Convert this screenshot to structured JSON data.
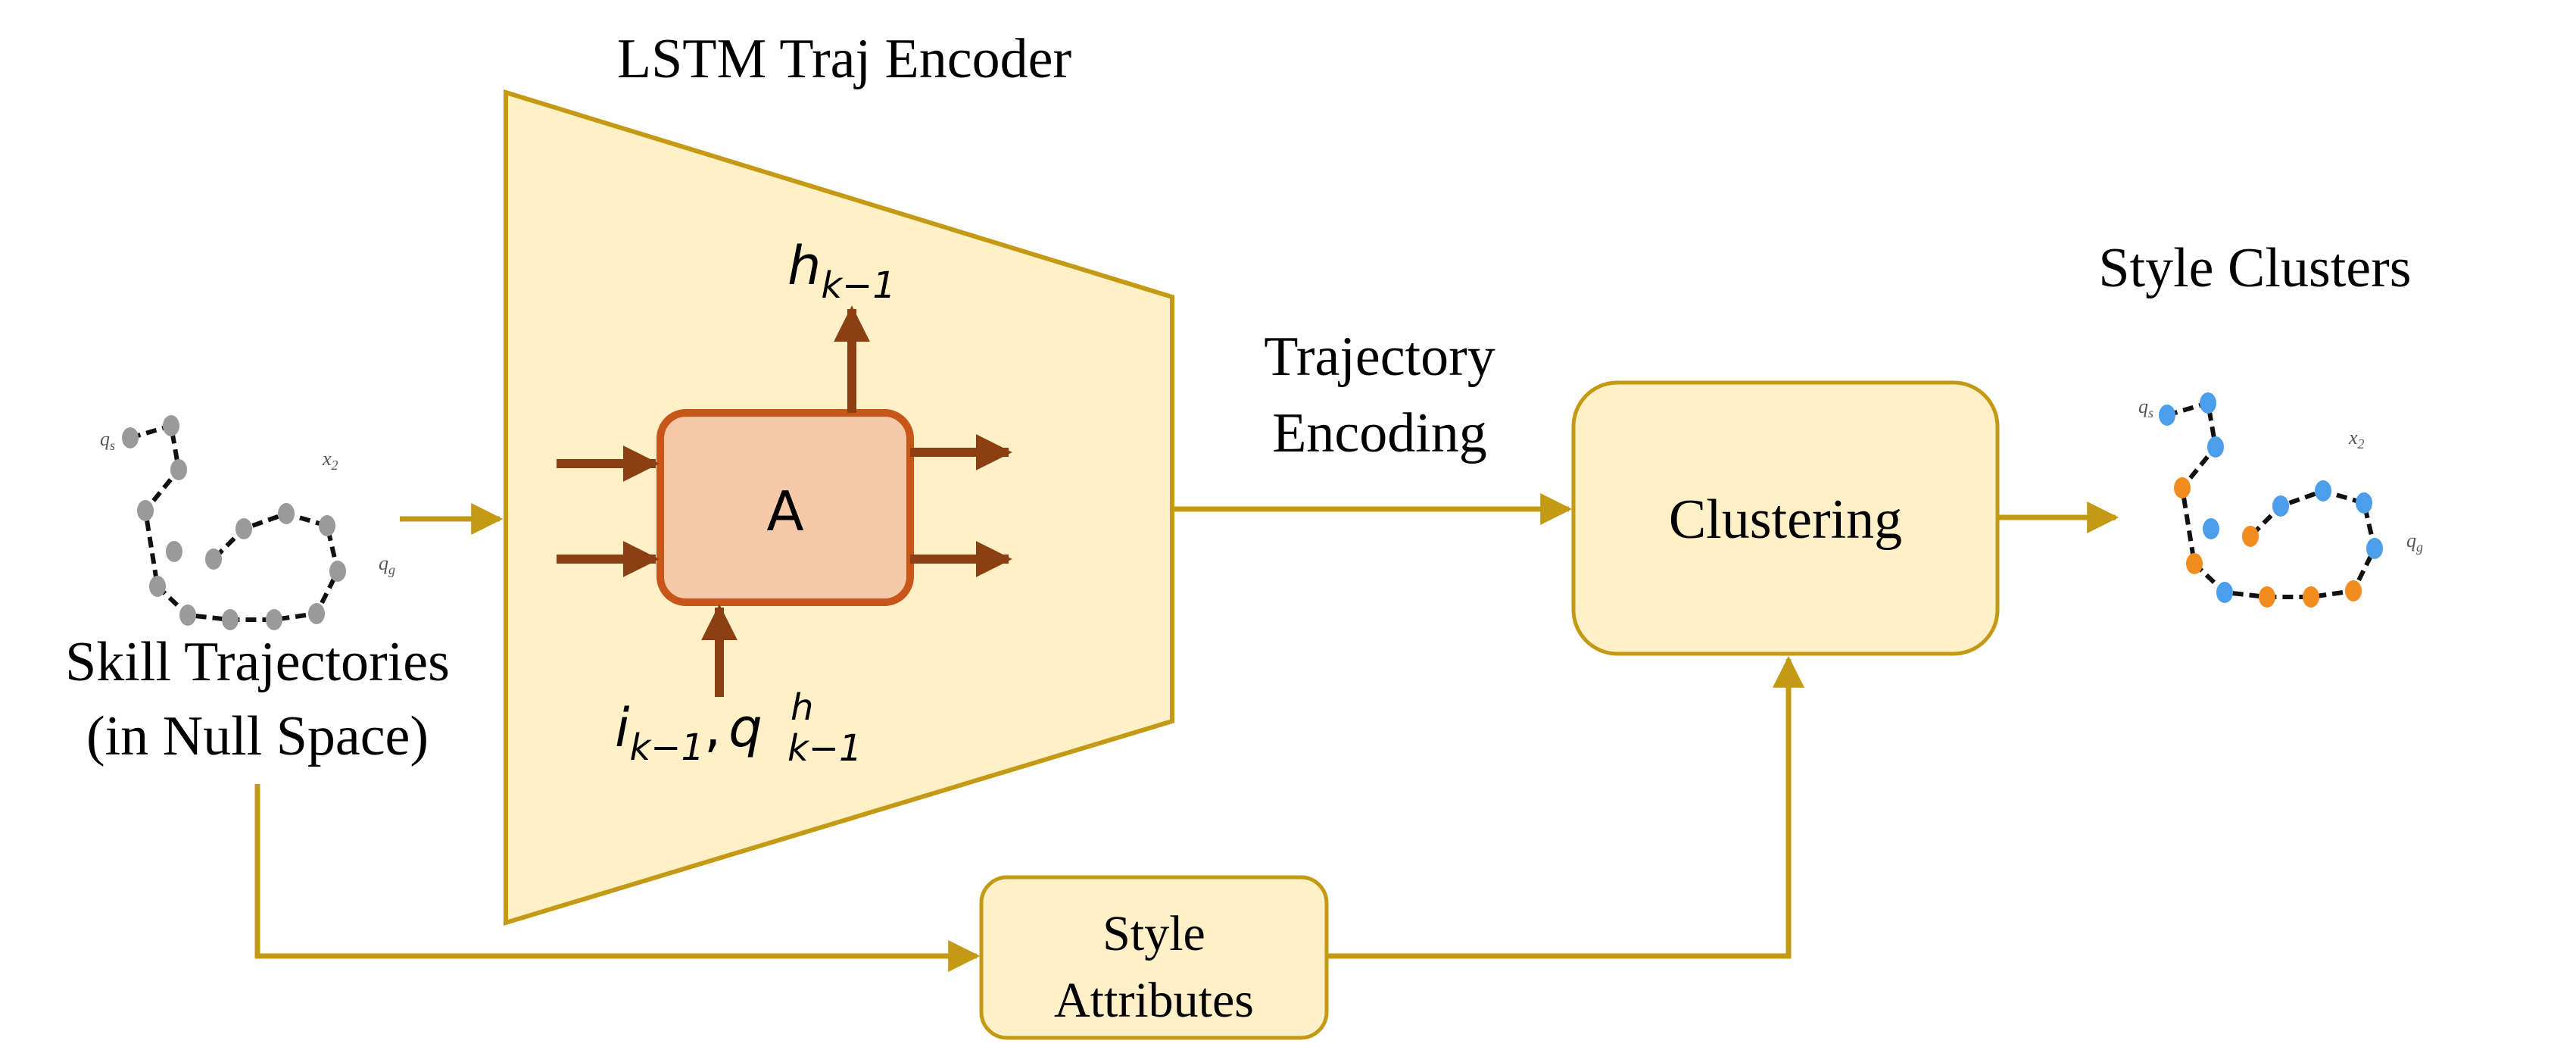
{
  "title": "LSTM Traj Encoder",
  "input_label_line1": "Skill Trajectories",
  "input_label_line2": "(in Null Space)",
  "lstm_cell_label": "A",
  "hidden_out": {
    "base": "h",
    "sub": "k−1"
  },
  "cell_input": {
    "i": "i",
    "i_sub": "k−1",
    "sep": ",",
    "q": "q",
    "q_sup": "h",
    "q_sub": "k−1"
  },
  "encoding_label_line1": "Trajectory",
  "encoding_label_line2": "Encoding",
  "clustering_label": "Clustering",
  "style_attr_line1": "Style",
  "style_attr_line2": "Attributes",
  "output_label": "Style Clusters",
  "traj_labels": {
    "start": "q_s",
    "mid": "x_2",
    "goal": "q_g"
  },
  "colors": {
    "arrow_gold": "#C49A14",
    "encoder_fill": "#FFF0C8",
    "box_fill": "#FFF0C8",
    "cell_fill": "#F6C9A8",
    "cell_stroke": "#C8561A",
    "cell_arrow": "#8B3F12",
    "traj_gray": "#9A9A9A",
    "cluster_blue": "#4A9EEA",
    "cluster_orange": "#F08C1E"
  },
  "cluster_assignment": [
    "blue",
    "blue",
    "blue",
    "orange",
    "blue",
    "orange",
    "blue",
    "orange",
    "orange",
    "orange",
    "blue",
    "blue",
    "blue",
    "blue",
    "orange"
  ]
}
